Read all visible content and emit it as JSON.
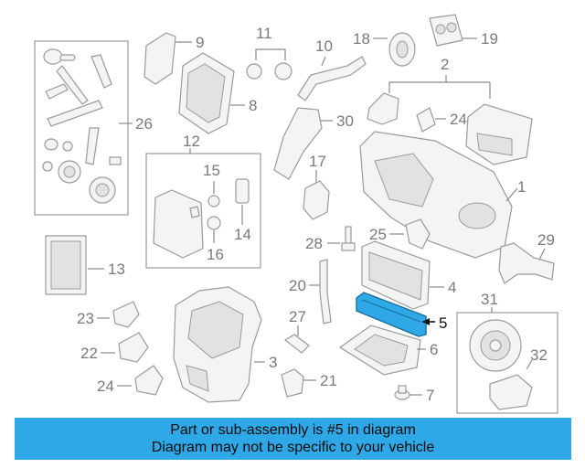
{
  "diagram": {
    "callouts": [
      "1",
      "2",
      "3",
      "4",
      "5",
      "6",
      "7",
      "8",
      "9",
      "10",
      "11",
      "12",
      "13",
      "14",
      "15",
      "16",
      "17",
      "18",
      "19",
      "20",
      "21",
      "22",
      "23",
      "24",
      "24",
      "25",
      "26",
      "27",
      "28",
      "29",
      "30",
      "31",
      "32"
    ],
    "highlighted_part": "5",
    "highlight_color": "#2ea8e6"
  },
  "banner": {
    "line1": "Part or sub-assembly is #5 in diagram",
    "line2": "Diagram may not be specific to your vehicle",
    "background": "#2ea8e6"
  }
}
